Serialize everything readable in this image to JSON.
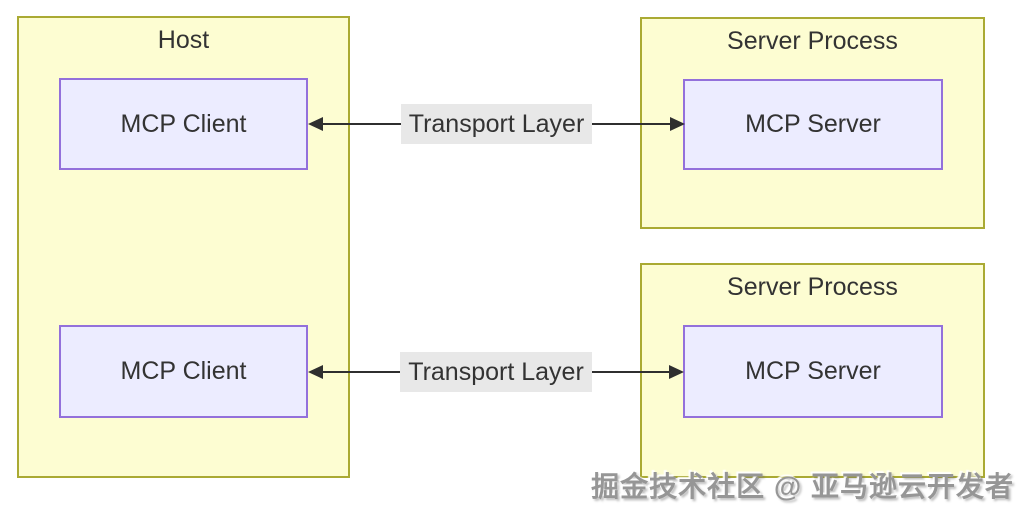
{
  "diagram": {
    "host": {
      "title": "Host",
      "clients": [
        {
          "label": "MCP Client"
        },
        {
          "label": "MCP Client"
        }
      ]
    },
    "servers": [
      {
        "title": "Server Process",
        "node_label": "MCP Server"
      },
      {
        "title": "Server Process",
        "node_label": "MCP Server"
      }
    ],
    "connectors": [
      {
        "label": "Transport Layer",
        "direction": "bidirectional"
      },
      {
        "label": "Transport Layer",
        "direction": "bidirectional"
      }
    ],
    "watermark": "掘金技术社区 @ 亚马逊云开发者",
    "colors": {
      "group_fill": "#fdfdd2",
      "group_border": "#aaaa33",
      "node_fill": "#ececff",
      "node_border": "#9370db",
      "edge_label_bg": "#e8e8e8",
      "arrow": "#2f2f2f",
      "text": "#333333",
      "watermark_text": "#969696"
    }
  }
}
